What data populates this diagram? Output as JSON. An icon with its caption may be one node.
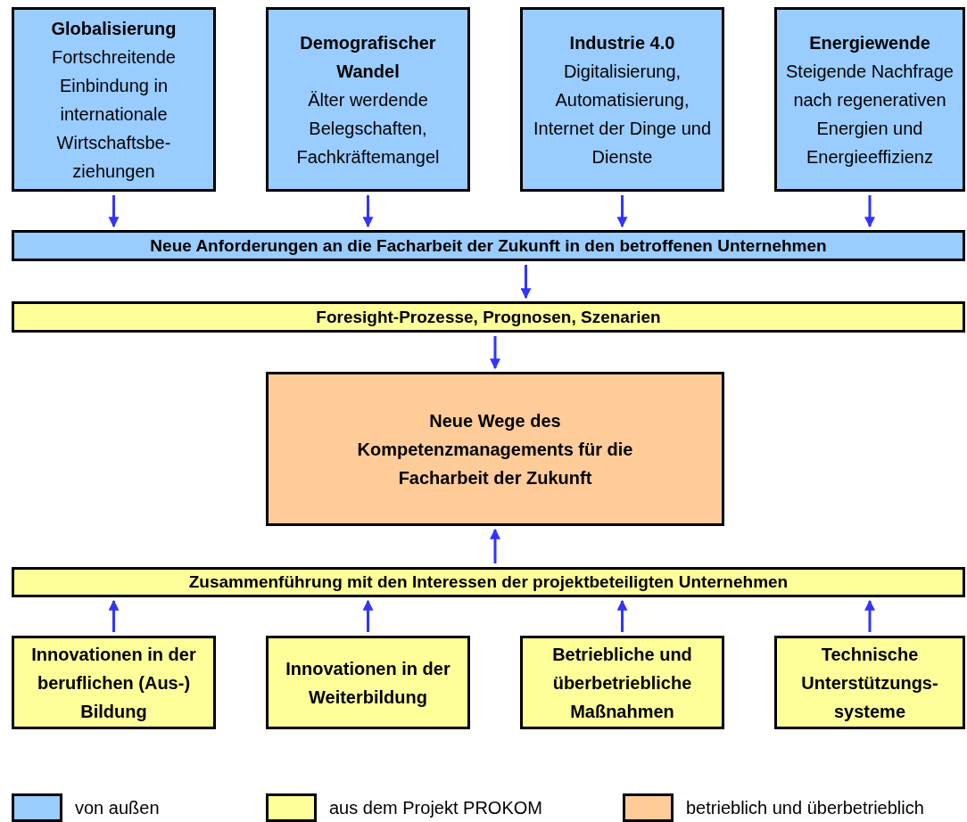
{
  "diagram": {
    "nodes": [
      {
        "text": [
          "Globalisierung",
          "Fortschreitende Einbindung in internationale Wirtschaftsbe-ziehungen"
        ]
      },
      {
        "text": [
          "Demografischer Wandel",
          "Älter werdende Belegschaften, Fachkräftemangel"
        ]
      },
      {
        "text": [
          "Industrie 4.0",
          "Digitalisierung, Automatisierung, Internet der Dinge und Dienste"
        ]
      },
      {
        "text": [
          "Energiewende",
          "Steigende Nachfrage nach regenerativen Energien und Energieeffizienz"
        ]
      },
      {
        "text": [
          "Neue Anforderungen an die Facharbeit der Zukunft in den betroffenen Unternehmen"
        ]
      },
      {
        "text": [
          "Foresight-Prozesse, Prognosen, Szenarien"
        ]
      },
      {
        "text": [
          "Neue Wege des Kompetenzmanagements für die Facharbeit der Zukunft"
        ]
      },
      {
        "text": [
          "Zusammenführung mit den Interessen der projektbeteiligten Unternehmen"
        ]
      },
      {
        "text": [
          "Innovationen in der beruflichen (Aus-) Bildung"
        ]
      },
      {
        "text": [
          "Innovationen in der Weiterbildung"
        ]
      },
      {
        "text": [
          "Betriebliche und überbetriebliche Maßnahmen"
        ]
      },
      {
        "text": [
          "Technische Unterstützungs-systeme"
        ]
      }
    ],
    "edges": [
      {
        "from": 0,
        "to": 4,
        "arrow": "to"
      },
      {
        "from": 1,
        "to": 4,
        "arrow": "to"
      },
      {
        "from": 2,
        "to": 4,
        "arrow": "to"
      },
      {
        "from": 3,
        "to": 4,
        "arrow": "to"
      },
      {
        "from": 4,
        "to": 5,
        "arrow": "to"
      },
      {
        "from": 5,
        "to": 6,
        "arrow": "to"
      },
      {
        "from": 7,
        "to": 6,
        "arrow": "to"
      },
      {
        "from": 8,
        "to": 7,
        "arrow": "to"
      },
      {
        "from": 9,
        "to": 7,
        "arrow": "to"
      },
      {
        "from": 10,
        "to": 7,
        "arrow": "to"
      },
      {
        "from": 11,
        "to": 7,
        "arrow": "to"
      }
    ],
    "legend": [
      {
        "text": "von außen",
        "color": "#99ccff"
      },
      {
        "text": "aus dem Projekt PROKOM",
        "color": "#ffff99"
      },
      {
        "text": "betrieblich und überbetrieblich",
        "color": "#ffcc99"
      }
    ]
  }
}
